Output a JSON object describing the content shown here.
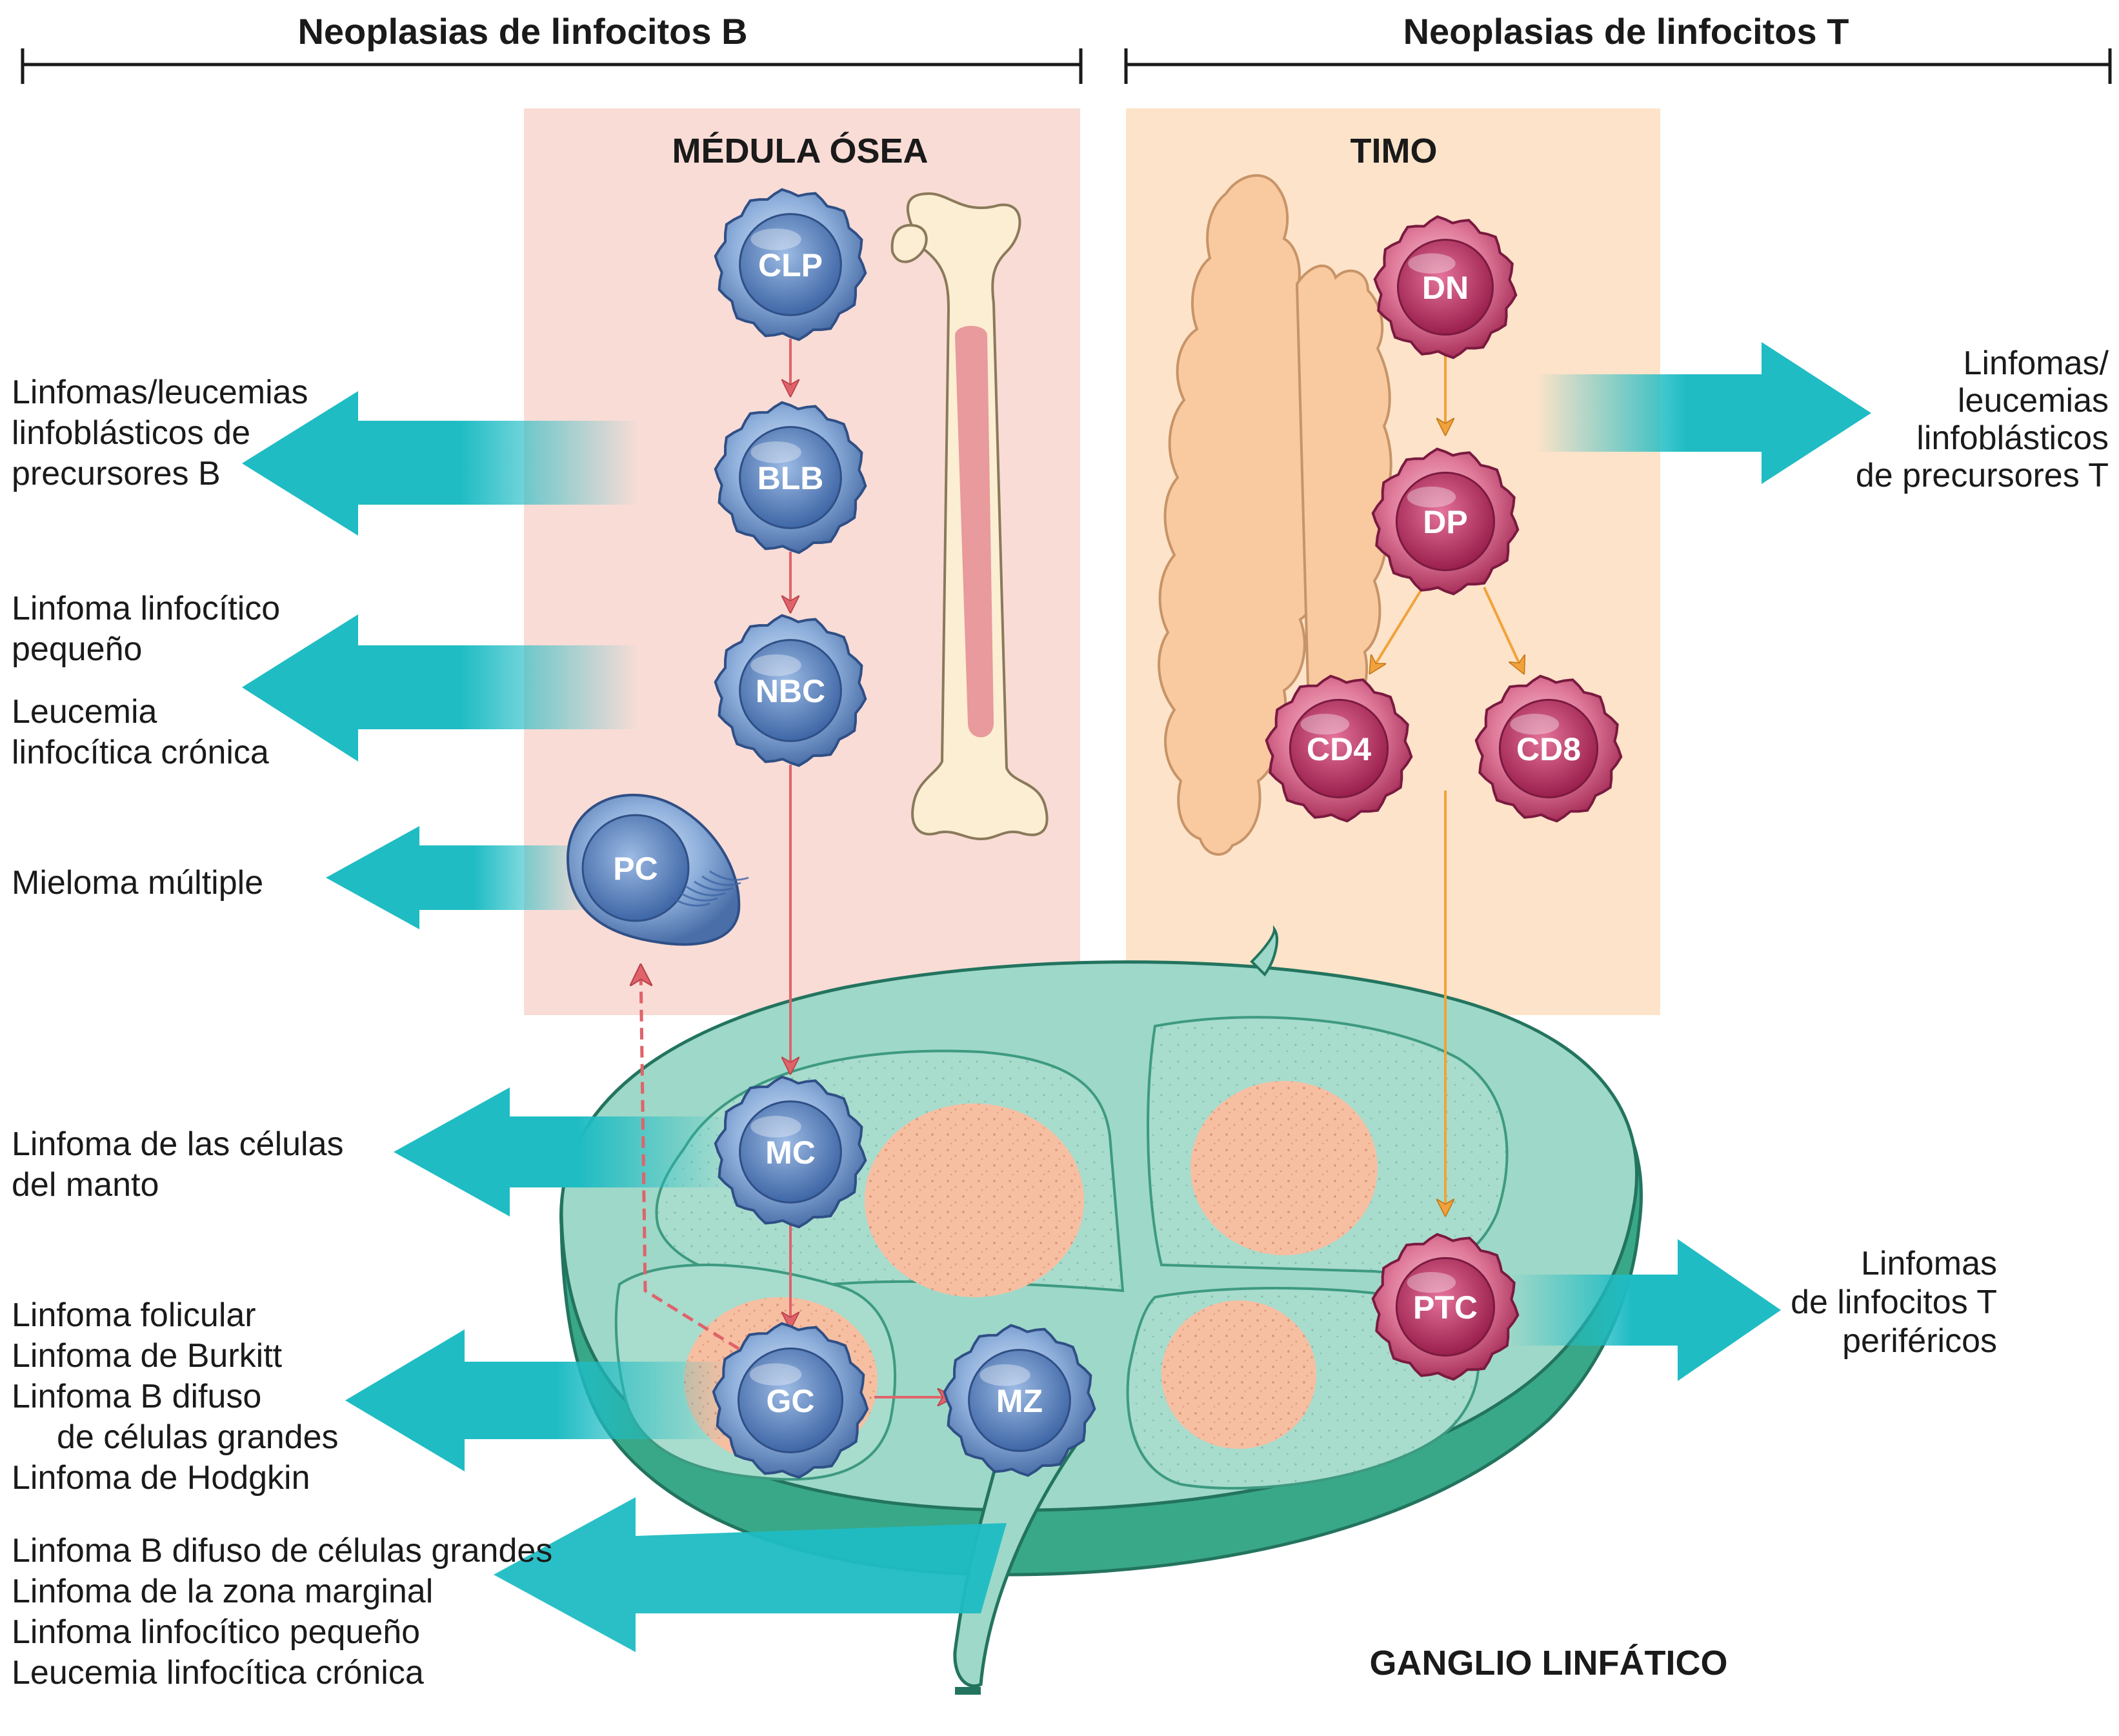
{
  "headers": {
    "b_cells": "Neoplasias de linfocitos B",
    "t_cells": "Neoplasias de linfocitos T"
  },
  "regions": {
    "bone_marrow": "MÉDULA ÓSEA",
    "thymus": "TIMO",
    "lymph_node": "GANGLIO LINFÁTICO"
  },
  "cells": {
    "clp": "CLP",
    "blb": "BLB",
    "nbc": "NBC",
    "pc": "PC",
    "mc": "MC",
    "gc": "GC",
    "mz": "MZ",
    "dn": "DN",
    "dp": "DP",
    "cd4": "CD4",
    "cd8": "CD8",
    "ptc": "PTC"
  },
  "diseases": {
    "precursor_b": [
      "Linfomas/leucemias",
      "linfoblásticos de",
      "precursores B"
    ],
    "sll_1": [
      "Linfoma linfocítico",
      "pequeño"
    ],
    "sll_2": [
      "Leucemia",
      "linfocítica crónica"
    ],
    "myeloma": [
      "Mieloma múltiple"
    ],
    "mantle": [
      "Linfoma de las células",
      "del manto"
    ],
    "gc_group": [
      "Linfoma folicular",
      "Linfoma de Burkitt",
      "Linfoma B difuso",
      "de células grandes",
      "Linfoma de Hodgkin"
    ],
    "mz_group": [
      "Linfoma B difuso de células grandes",
      "Linfoma de la zona marginal",
      "Linfoma linfocítico pequeño",
      "Leucemia linfocítica crónica"
    ],
    "precursor_t": [
      "Linfomas/",
      "leucemias",
      "linfoblásticos",
      "de precursores T"
    ],
    "peripheral_t": [
      "Linfomas",
      "de linfocitos T",
      "periféricos"
    ]
  },
  "colors": {
    "marrow_panel": "#f9dcd6",
    "thymus_panel": "#fde3c9",
    "b_cell": "#8fb0dc",
    "t_cell": "#d2527a",
    "teal_arrow": "#1fbcc4",
    "node_fill": "#9ed8c8",
    "node_dark": "#3aa88a",
    "follicle": "#f7bfa2",
    "red_arrow": "#e0636a",
    "orange_arrow": "#f2a23a"
  }
}
